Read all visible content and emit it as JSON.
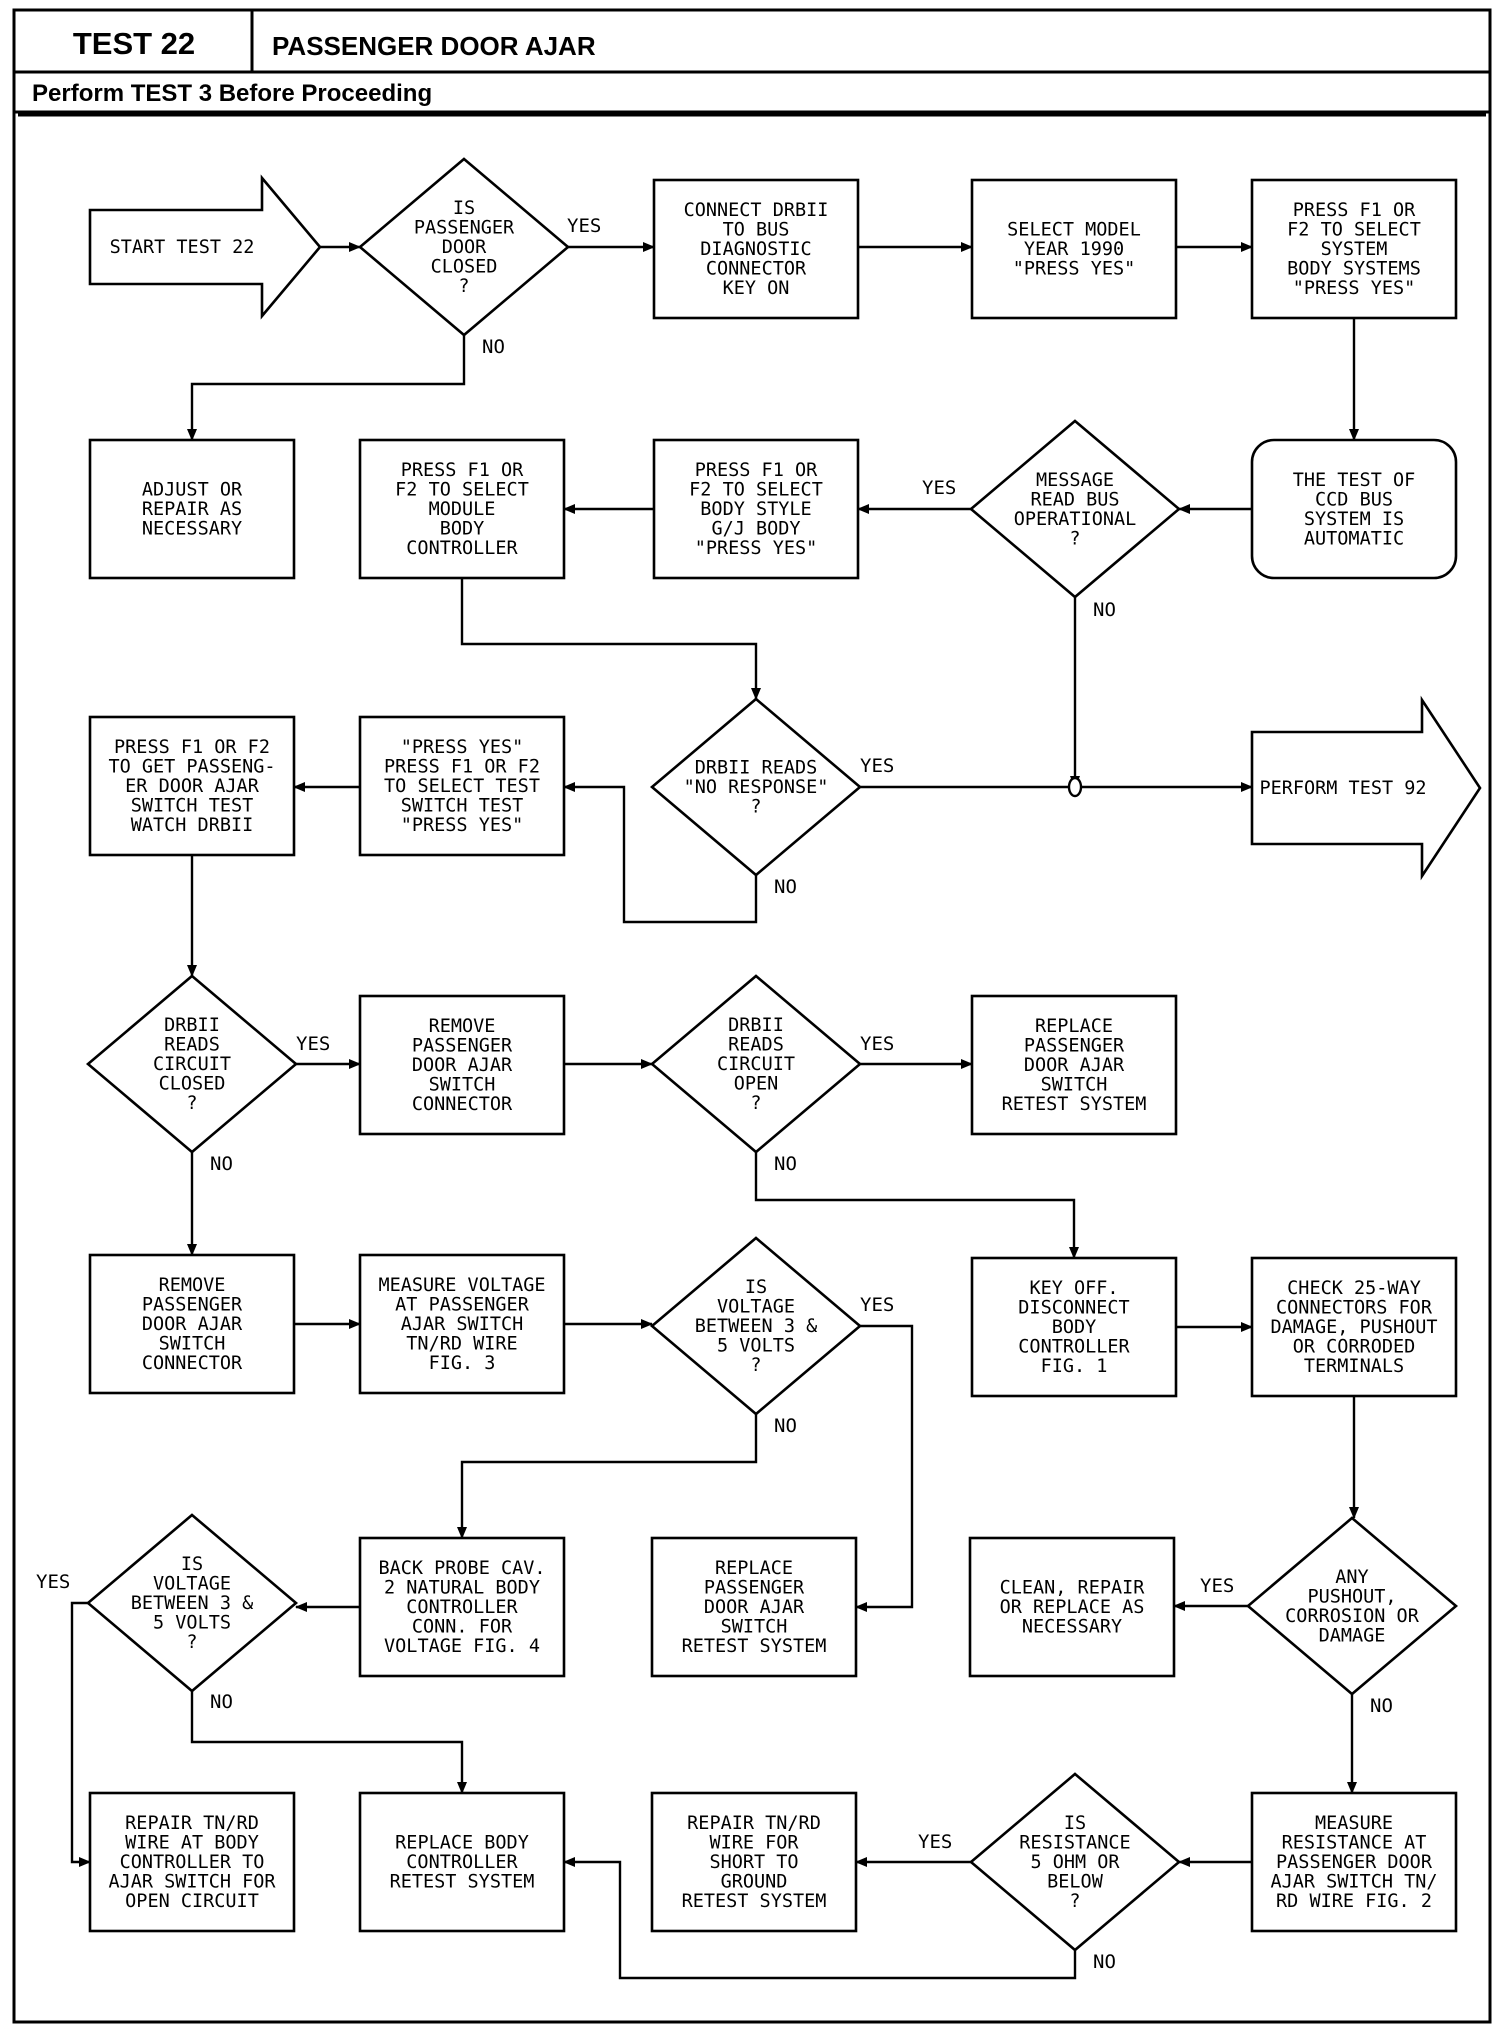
{
  "header": {
    "test_number": "TEST 22",
    "test_title": "PASSENGER DOOR AJAR",
    "prerequisite": "Perform TEST 3 Before Proceeding"
  },
  "nodes": {
    "start": [
      "START TEST 22"
    ],
    "d_door_closed": [
      "IS",
      "PASSENGER",
      "DOOR",
      "CLOSED",
      "?"
    ],
    "connect_drbii": [
      "CONNECT DRBII",
      "TO BUS",
      "DIAGNOSTIC",
      "CONNECTOR",
      "KEY ON"
    ],
    "select_model_year": [
      "SELECT MODEL",
      "YEAR 1990",
      "\"PRESS YES\""
    ],
    "select_body_systems": [
      "PRESS F1 OR",
      "F2 TO SELECT",
      "SYSTEM",
      "BODY SYSTEMS",
      "\"PRESS YES\""
    ],
    "adjust_repair": [
      "ADJUST OR",
      "REPAIR AS",
      "NECESSARY"
    ],
    "select_module": [
      "PRESS F1 OR",
      "F2 TO SELECT",
      "MODULE",
      "BODY",
      "CONTROLLER"
    ],
    "select_body_style": [
      "PRESS F1 OR",
      "F2 TO SELECT",
      "BODY STYLE",
      "G/J BODY",
      "\"PRESS YES\""
    ],
    "d_message": [
      "MESSAGE",
      "READ BUS",
      "OPERATIONAL",
      "?"
    ],
    "ccd_bus_auto": [
      "THE TEST OF",
      "CCD BUS",
      "SYSTEM IS",
      "AUTOMATIC"
    ],
    "ajar_switch_test": [
      "PRESS F1 OR F2",
      "TO GET PASSENG-",
      "ER DOOR AJAR",
      "SWITCH TEST",
      "WATCH DRBII"
    ],
    "select_switch_test": [
      "\"PRESS YES\"",
      "PRESS F1 OR F2",
      "TO SELECT TEST",
      "SWITCH TEST",
      "\"PRESS YES\""
    ],
    "d_no_response": [
      "DRBII READS",
      "\"NO RESPONSE\"",
      "?"
    ],
    "perform_test_92": [
      "PERFORM TEST 92"
    ],
    "d_circuit_closed": [
      "DRBII",
      "READS",
      "CIRCUIT",
      "CLOSED",
      "?"
    ],
    "remove_connector_1": [
      "REMOVE",
      "PASSENGER",
      "DOOR AJAR",
      "SWITCH",
      "CONNECTOR"
    ],
    "d_circuit_open": [
      "DRBII",
      "READS",
      "CIRCUIT",
      "OPEN",
      "?"
    ],
    "replace_switch_1": [
      "REPLACE",
      "PASSENGER",
      "DOOR AJAR",
      "SWITCH",
      "RETEST SYSTEM"
    ],
    "remove_connector_2": [
      "REMOVE",
      "PASSENGER",
      "DOOR AJAR",
      "SWITCH",
      "CONNECTOR"
    ],
    "measure_voltage": [
      "MEASURE VOLTAGE",
      "AT PASSENGER",
      "AJAR SWITCH",
      "TN/RD WIRE",
      "FIG. 3"
    ],
    "d_voltage_1": [
      "IS",
      "VOLTAGE",
      "BETWEEN 3 &",
      "5 VOLTS",
      "?"
    ],
    "key_off": [
      "KEY OFF.",
      "DISCONNECT",
      "BODY",
      "CONTROLLER",
      "FIG. 1"
    ],
    "check_connectors": [
      "CHECK 25-WAY",
      "CONNECTORS FOR",
      "DAMAGE, PUSHOUT",
      "OR CORRODED",
      "TERMINALS"
    ],
    "d_voltage_2": [
      "IS",
      "VOLTAGE",
      "BETWEEN 3 &",
      "5 VOLTS",
      "?"
    ],
    "back_probe": [
      "BACK PROBE CAV.",
      "2 NATURAL BODY",
      "CONTROLLER",
      "CONN. FOR",
      "VOLTAGE FIG. 4"
    ],
    "replace_switch_2": [
      "REPLACE",
      "PASSENGER",
      "DOOR AJAR",
      "SWITCH",
      "RETEST SYSTEM"
    ],
    "clean_repair": [
      "CLEAN, REPAIR",
      "OR REPLACE AS",
      "NECESSARY"
    ],
    "d_pushout": [
      "ANY",
      "PUSHOUT,",
      "CORROSION OR",
      "DAMAGE"
    ],
    "repair_open": [
      "REPAIR TN/RD",
      "WIRE AT BODY",
      "CONTROLLER TO",
      "AJAR SWITCH FOR",
      "OPEN CIRCUIT"
    ],
    "replace_controller": [
      "REPLACE BODY",
      "CONTROLLER",
      "RETEST SYSTEM"
    ],
    "repair_short": [
      "REPAIR TN/RD",
      "WIRE FOR",
      "SHORT TO",
      "GROUND",
      "RETEST SYSTEM"
    ],
    "d_resistance": [
      "IS",
      "RESISTANCE",
      "5 OHM OR",
      "BELOW",
      "?"
    ],
    "measure_resistance": [
      "MEASURE",
      "RESISTANCE AT",
      "PASSENGER DOOR",
      "AJAR SWITCH TN/",
      "RD WIRE FIG. 2"
    ]
  },
  "edge_labels": {
    "door_closed_yes": "YES",
    "door_closed_no": "NO",
    "message_yes": "YES",
    "message_no": "NO",
    "no_response_yes": "YES",
    "no_response_no": "NO",
    "circuit_closed_yes": "YES",
    "circuit_closed_no": "NO",
    "circuit_open_yes": "YES",
    "circuit_open_no": "NO",
    "voltage_1_yes": "YES",
    "voltage_1_no": "NO",
    "voltage_2_yes": "YES",
    "voltage_2_no": "NO",
    "pushout_yes": "YES",
    "pushout_no": "NO",
    "resistance_yes": "YES",
    "resistance_no": "NO"
  }
}
